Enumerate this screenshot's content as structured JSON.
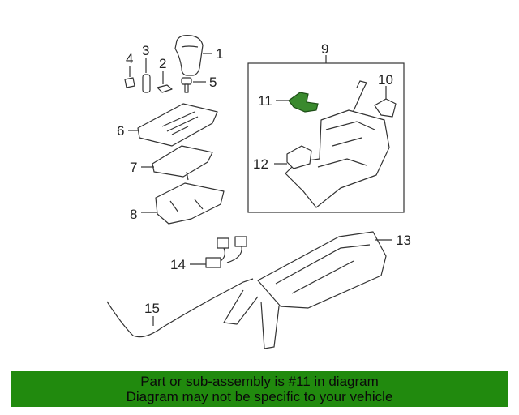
{
  "diagram": {
    "callouts": [
      "1",
      "2",
      "3",
      "4",
      "5",
      "6",
      "7",
      "8",
      "9",
      "10",
      "11",
      "12",
      "13",
      "14",
      "15"
    ],
    "highlight_color": "#3a8a2e"
  },
  "banner": {
    "line1": "Part or sub-assembly is #11 in diagram",
    "line2": "Diagram may not be specific to your vehicle",
    "background": "#218a0e"
  }
}
